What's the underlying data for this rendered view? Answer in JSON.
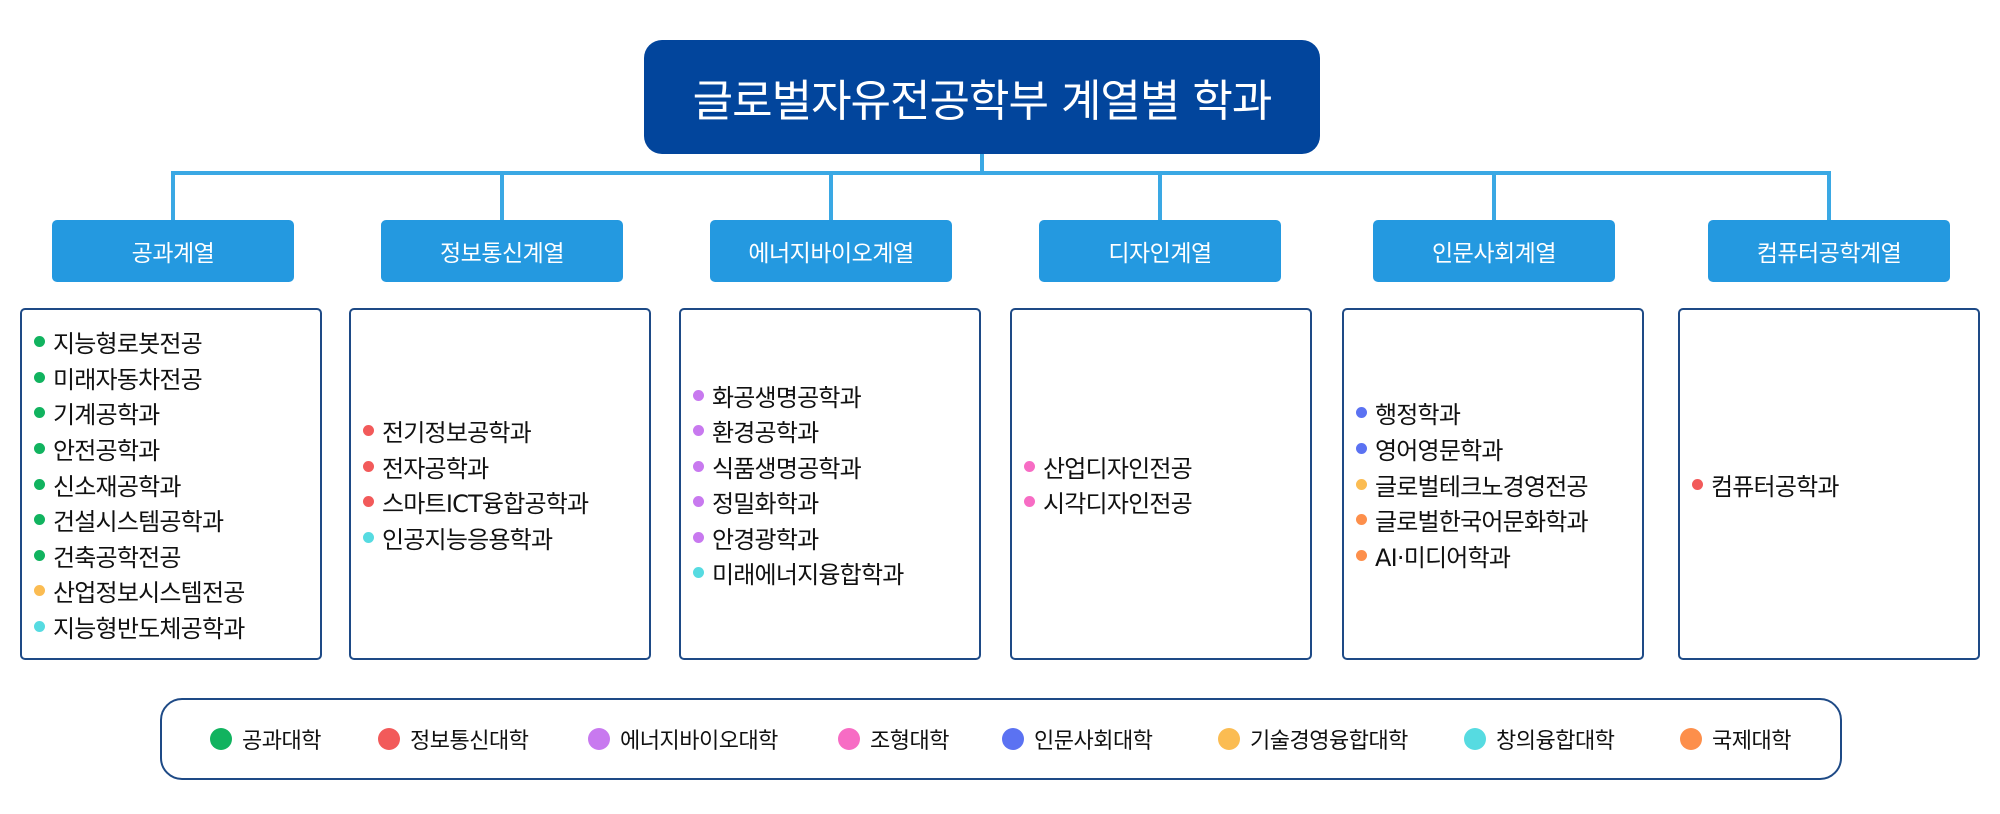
{
  "title": "글로벌자유전공학부 계열별 학과",
  "colleges": {
    "engineering": {
      "label": "공과대학",
      "color": "#11b35f"
    },
    "ict": {
      "label": "정보통신대학",
      "color": "#f25a5a"
    },
    "energy_bio": {
      "label": "에너지바이오대학",
      "color": "#c879ef"
    },
    "design": {
      "label": "조형대학",
      "color": "#f76cc4"
    },
    "humanities": {
      "label": "인문사회대학",
      "color": "#5b72f2"
    },
    "tech_mgmt": {
      "label": "기술경영융합대학",
      "color": "#fbbc52"
    },
    "creative": {
      "label": "창의융합대학",
      "color": "#56dbe1"
    },
    "international": {
      "label": "국제대학",
      "color": "#fd8f4b"
    }
  },
  "categories": [
    {
      "name": "공과계열",
      "departments": [
        {
          "name": "지능형로봇전공",
          "college": "engineering"
        },
        {
          "name": "미래자동차전공",
          "college": "engineering"
        },
        {
          "name": "기계공학과",
          "college": "engineering"
        },
        {
          "name": "안전공학과",
          "college": "engineering"
        },
        {
          "name": "신소재공학과",
          "college": "engineering"
        },
        {
          "name": "건설시스템공학과",
          "college": "engineering"
        },
        {
          "name": "건축공학전공",
          "college": "engineering"
        },
        {
          "name": "산업정보시스템전공",
          "college": "tech_mgmt"
        },
        {
          "name": "지능형반도체공학과",
          "college": "creative"
        }
      ]
    },
    {
      "name": "정보통신계열",
      "departments": [
        {
          "name": "전기정보공학과",
          "college": "ict"
        },
        {
          "name": "전자공학과",
          "college": "ict"
        },
        {
          "name": "스마트ICT융합공학과",
          "college": "ict"
        },
        {
          "name": "인공지능응용학과",
          "college": "creative"
        }
      ]
    },
    {
      "name": "에너지바이오계열",
      "departments": [
        {
          "name": "화공생명공학과",
          "college": "energy_bio"
        },
        {
          "name": "환경공학과",
          "college": "energy_bio"
        },
        {
          "name": "식품생명공학과",
          "college": "energy_bio"
        },
        {
          "name": "정밀화학과",
          "college": "energy_bio"
        },
        {
          "name": "안경광학과",
          "college": "energy_bio"
        },
        {
          "name": "미래에너지융합학과",
          "college": "creative"
        }
      ]
    },
    {
      "name": "디자인계열",
      "departments": [
        {
          "name": "산업디자인전공",
          "college": "design"
        },
        {
          "name": "시각디자인전공",
          "college": "design"
        }
      ]
    },
    {
      "name": "인문사회계열",
      "departments": [
        {
          "name": "행정학과",
          "college": "humanities"
        },
        {
          "name": "영어영문학과",
          "college": "humanities"
        },
        {
          "name": "글로벌테크노경영전공",
          "college": "tech_mgmt"
        },
        {
          "name": "글로벌한국어문화학과",
          "college": "international"
        },
        {
          "name": "AI·미디어학과",
          "college": "international"
        }
      ]
    },
    {
      "name": "컴퓨터공학계열",
      "departments": [
        {
          "name": "컴퓨터공학과",
          "college": "ict"
        }
      ]
    }
  ],
  "legend_order": [
    "engineering",
    "ict",
    "energy_bio",
    "design",
    "humanities",
    "tech_mgmt",
    "creative",
    "international"
  ],
  "line_color": "#3aa8e4"
}
